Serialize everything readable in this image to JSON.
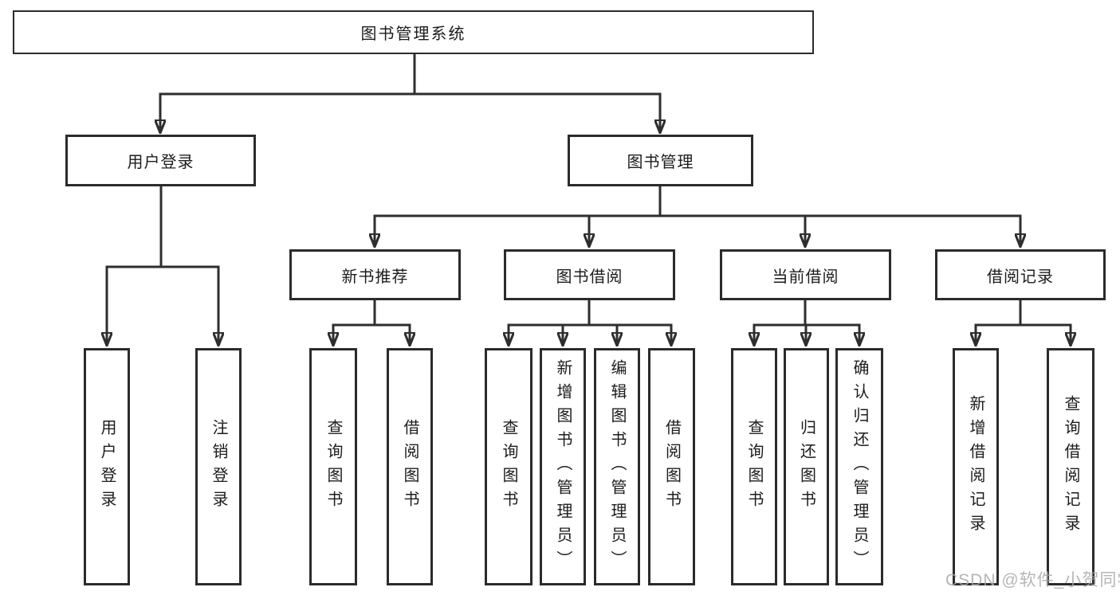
{
  "page": {
    "background": "#ffffff",
    "watermark": "CSDN @软件_小贺同学"
  },
  "colors": {
    "line": "#2e2e2e",
    "box_border": "#2b2b2b",
    "text": "#1c1c1c",
    "watermark": "#a8a8a8"
  },
  "nodes": {
    "root": "图书管理系统",
    "user_login": "用户登录",
    "book_mgmt": "图书管理",
    "new_book_rec": "新书推荐",
    "book_borrow": "图书借阅",
    "current_borrow": "当前借阅",
    "borrow_records": "借阅记录",
    "leaf_user_login": "用户登录",
    "leaf_logout": "注销登录",
    "leaf_query_book_1": "查询图书",
    "leaf_borrow_book_1": "借阅图书",
    "leaf_query_book_2": "查询图书",
    "leaf_add_book": "新增图书（管理员）",
    "leaf_edit_book": "编辑图书（管理员）",
    "leaf_borrow_book_2": "借阅图书",
    "leaf_query_book_3": "查询图书",
    "leaf_return_book": "归还图书",
    "leaf_confirm_return": "确认归还（管理员）",
    "leaf_add_borrow_record": "新增借阅记录",
    "leaf_query_borrow_record": "查询借阅记录"
  },
  "hierarchy": [
    {
      "parent": "图书管理系统",
      "children": [
        "用户登录",
        "图书管理"
      ]
    },
    {
      "parent": "用户登录",
      "children": [
        "用户登录",
        "注销登录"
      ]
    },
    {
      "parent": "图书管理",
      "children": [
        "新书推荐",
        "图书借阅",
        "当前借阅",
        "借阅记录"
      ]
    },
    {
      "parent": "新书推荐",
      "children": [
        "查询图书",
        "借阅图书"
      ]
    },
    {
      "parent": "图书借阅",
      "children": [
        "查询图书",
        "新增图书（管理员）",
        "编辑图书（管理员）",
        "借阅图书"
      ]
    },
    {
      "parent": "当前借阅",
      "children": [
        "查询图书",
        "归还图书",
        "确认归还（管理员）"
      ]
    },
    {
      "parent": "借阅记录",
      "children": [
        "新增借阅记录",
        "查询借阅记录"
      ]
    }
  ]
}
